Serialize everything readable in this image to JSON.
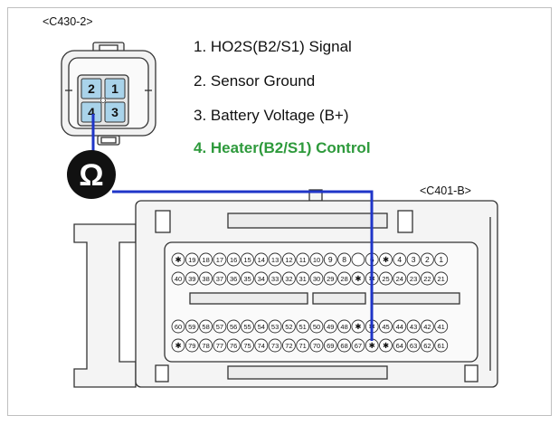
{
  "connector_a": {
    "label": "<C430-2>",
    "pins": [
      "2",
      "1",
      "4",
      "3"
    ]
  },
  "connector_b": {
    "label": "<C401-B>",
    "row1": [
      "✱",
      "19",
      "18",
      "17",
      "16",
      "15",
      "14",
      "13",
      "12",
      "11",
      "10",
      "9",
      "8",
      "",
      "6",
      "✱",
      "4",
      "3",
      "2",
      "1"
    ],
    "row2": [
      "40",
      "39",
      "38",
      "37",
      "36",
      "35",
      "34",
      "33",
      "32",
      "31",
      "30",
      "29",
      "28",
      "✱",
      "✱",
      "25",
      "24",
      "23",
      "22",
      "21"
    ],
    "row3": [
      "60",
      "59",
      "58",
      "57",
      "56",
      "55",
      "54",
      "53",
      "52",
      "51",
      "50",
      "49",
      "48",
      "✱",
      "✱",
      "45",
      "44",
      "43",
      "42",
      "41"
    ],
    "row4": [
      "✱",
      "79",
      "78",
      "77",
      "76",
      "75",
      "74",
      "73",
      "72",
      "71",
      "70",
      "69",
      "68",
      "67",
      "✱",
      "✱",
      "64",
      "63",
      "62",
      "61"
    ]
  },
  "meter_symbol": "Ω",
  "legend": [
    {
      "text": "1. HO2S(B2/S1) Signal",
      "color": "#111111"
    },
    {
      "text": "2. Sensor Ground",
      "color": "#111111"
    },
    {
      "text": "3. Battery Voltage (B+)",
      "color": "#111111"
    },
    {
      "text": "4. Heater(B2/S1) Control",
      "color": "#2e9a3c"
    }
  ],
  "colors": {
    "wire": "#1f35c8",
    "highlight": "#2e9a3c",
    "pin_fill": "#a9d3ea",
    "housing": "#eeeeee"
  }
}
